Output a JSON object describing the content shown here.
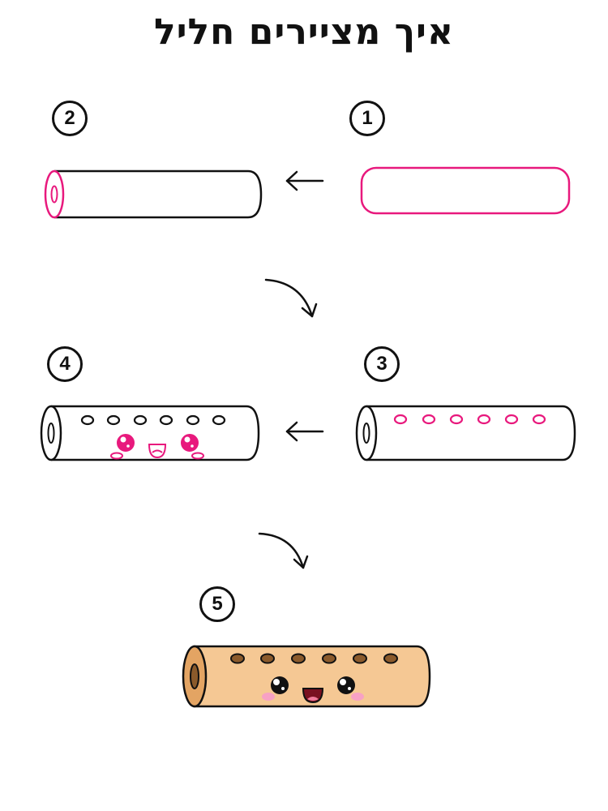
{
  "title": "איך מציירים חליל",
  "steps": [
    {
      "number": "1"
    },
    {
      "number": "2"
    },
    {
      "number": "3"
    },
    {
      "number": "4"
    },
    {
      "number": "5"
    }
  ],
  "colors": {
    "outline": "#111111",
    "highlight": "#e8197d",
    "flute_fill": "#f5c894",
    "hole_fill": "#8b5a2b",
    "blush": "#f7a1c4"
  }
}
